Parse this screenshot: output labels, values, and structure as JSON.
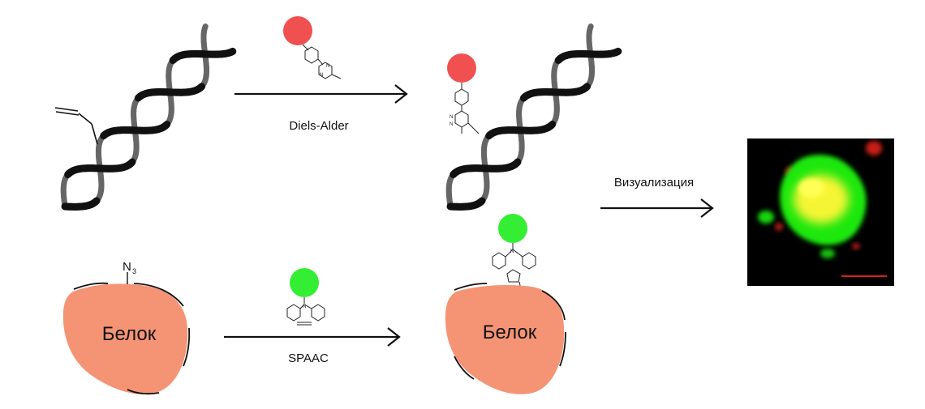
{
  "reactions": {
    "dna": {
      "label": "Diels-Alder",
      "dye_color": "#f0504f"
    },
    "protein": {
      "label": "SPAAC",
      "dye_color": "#33ee33",
      "azide_label": "N",
      "azide_subscript": "3"
    }
  },
  "protein": {
    "name": "Белок",
    "fill": "#f59475"
  },
  "visualization": {
    "label": "Визуализация",
    "image_bg": "#000000",
    "signal_colors": [
      "#22ff11",
      "#ffff44",
      "#e5201a"
    ]
  },
  "colors": {
    "dna_strand_dark": "#111111",
    "dna_strand_light": "#666666",
    "arrow": "#111111"
  }
}
